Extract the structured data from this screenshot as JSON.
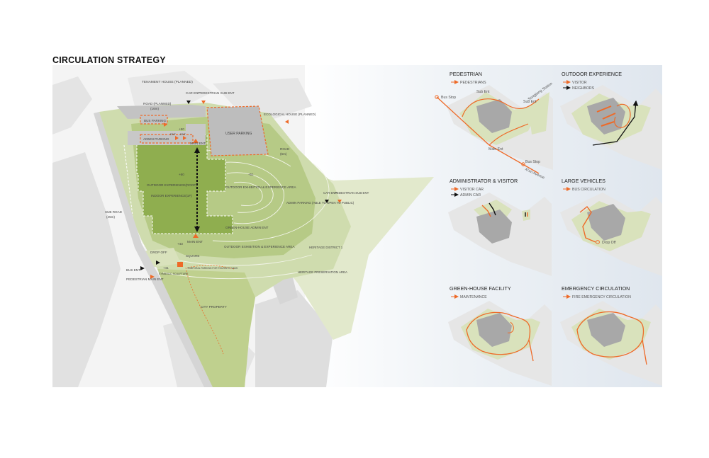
{
  "title": "CIRCULATION STRATEGY",
  "colors": {
    "orange": "#ee6a28",
    "green_dark": "#8fae4f",
    "green_mid": "#b6ca86",
    "green_light": "#cfdcae",
    "green_pale": "#e2e9cc",
    "grey_road": "#c3c3c3",
    "grey_block": "#b5b5b5",
    "water": "#e6ecf2"
  },
  "site_labels": {
    "tenament_house": "TENAMENT HOUSE (PLANNED)",
    "road_planned": "ROAD (PLANNED)",
    "road_planned_width": "(16m)",
    "car_ent_top": "CAR ENT",
    "ped_sub_ent_top": "PEDESTRIAN SUB ENT",
    "ecological_house": "ECOLOGICAL HOUSE (PLANNED)",
    "bus_parking": "BUS PARKING",
    "elev_50": "+50",
    "admin_parking": "ADMIN PARKING",
    "entry_a": "ENT",
    "entry_b": "ENT",
    "main_ent_top": "MAIN ENT",
    "user_parking": "USER PARKING",
    "road_right": "ROAD",
    "road_right_width": "(6m)",
    "elev_60": "+60",
    "elev_51": "+51",
    "outdoor_roof": "OUTDOOR EXPERIENCE(ROOF)",
    "indoor_experience": "INDOOR EXPERIENCE(1F)",
    "outdoor_exhibition_1": "OUTDOOR EXHIBITION & EXPERIENCE AREA",
    "car_ent_right": "CAR ENT",
    "ped_sub_ent_right": "PEDESTRIAN SUB ENT",
    "admin_parking_public": "ADMIN PARKING (ABLE TO OPEN TO PUBLIC)",
    "sub_road": "SUB ROAD",
    "sub_road_width": "(45m)",
    "green_house_admin": "GREEN-HOUSE ADMIN ENT",
    "main_ent_bottom": "MAIN ENT",
    "outdoor_exhibition_2": "OUTDOOR EXHIBITION & EXPERIENCE AREA",
    "heritage_district": "HERITAGE DISTRICT 1",
    "drop_off": "DROP OFF",
    "elev_43": "+43",
    "square": "SQUARE",
    "bus_ent": "BUS ENT",
    "ped_main_ent": "PEDESTRIAN MAIN ENT",
    "elev_41": "+41",
    "symbolic_sculpture": "SYMBOLIC SCULPTURE",
    "temporal_parking": "TEMPORAL PARKING FOR TOURISTS' VANS",
    "heritage_preservation": "HERITAGE PRESERVATION AREA",
    "city_property": "CITY PROPERTY"
  },
  "mini_maps": [
    {
      "title": "PEDESTRIAN",
      "legend": [
        {
          "label": "PEDESTRIANS",
          "color": "#ee6a28"
        }
      ],
      "notes": [
        "Bus Stop",
        "Sub Ent",
        "Sub Ent",
        "Main Ent",
        "Bus Stop",
        "Songjiang Station",
        "Xi'an Avenue"
      ]
    },
    {
      "title": "OUTDOOR EXPERIENCE",
      "legend": [
        {
          "label": "VISITOR",
          "color": "#ee6a28"
        },
        {
          "label": "NEIGHBORS",
          "color": "#111111"
        }
      ],
      "notes": []
    },
    {
      "title": "ADMINISTRATOR & VISITOR",
      "legend": [
        {
          "label": "VISITOR CAR",
          "color": "#ee6a28"
        },
        {
          "label": "ADMIN CAR",
          "color": "#111111"
        }
      ],
      "notes": []
    },
    {
      "title": "LARGE VEHICLES",
      "legend": [
        {
          "label": "BUS CIRCULATION",
          "color": "#ee6a28"
        }
      ],
      "notes": [
        "Drop Off"
      ]
    },
    {
      "title": "GREEN-HOUSE FACILITY",
      "legend": [
        {
          "label": "MAINTENANCE",
          "color": "#ee6a28"
        }
      ],
      "notes": []
    },
    {
      "title": "EMERGENCY CIRCULATION",
      "legend": [
        {
          "label": "FIRE EMERGENCY CIRCULATION",
          "color": "#ee6a28"
        }
      ],
      "notes": []
    }
  ]
}
